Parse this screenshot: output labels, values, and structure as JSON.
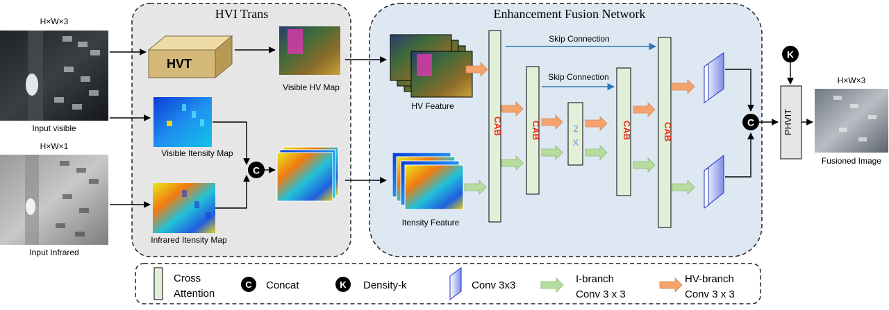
{
  "inputs": {
    "visible_dim": "H×W×3",
    "visible_label": "Input visible",
    "infrared_dim": "H×W×1",
    "infrared_label": "Input Infrared"
  },
  "hvi": {
    "title": "HVI Trans",
    "hvt_label": "HVT",
    "visible_hv_map": "Visible HV Map",
    "visible_intensity_map": "Visible Itensity Map",
    "infrared_intensity_map": "Infrared Itensity Map"
  },
  "efn": {
    "title": "Enhancement  Fusion Network",
    "hv_feature": "HV Feature",
    "intensity_feature": "Itensity Feature",
    "skip1": "Skip Connection",
    "skip2": "Skip Connection",
    "cab": "CAB",
    "upsample_top": "2",
    "upsample_bottom": "X"
  },
  "output": {
    "k_symbol": "K",
    "c_symbol": "C",
    "phvit": "PHVIT",
    "dim": "H×W×3",
    "label": "Fusioned Image"
  },
  "legend": {
    "cross_attention_1": "Cross",
    "cross_attention_2": "Attention",
    "concat": "Concat",
    "density": "Density-k",
    "conv": "Conv 3x3",
    "ibranch_1": "I-branch",
    "ibranch_2": "Conv 3 x 3",
    "hvbranch_1": "HV-branch",
    "hvbranch_2": "Conv 3 x 3"
  },
  "colors": {
    "cab_text": "#e8301c",
    "upsample_text": "#5b9bd5",
    "skip_arrow": "#2e75b6",
    "green_block": "#e2efd9",
    "hvt_box": "#d4b877",
    "efn_bg": "#dde8f3",
    "hvi_bg": "#e6e6e6"
  }
}
